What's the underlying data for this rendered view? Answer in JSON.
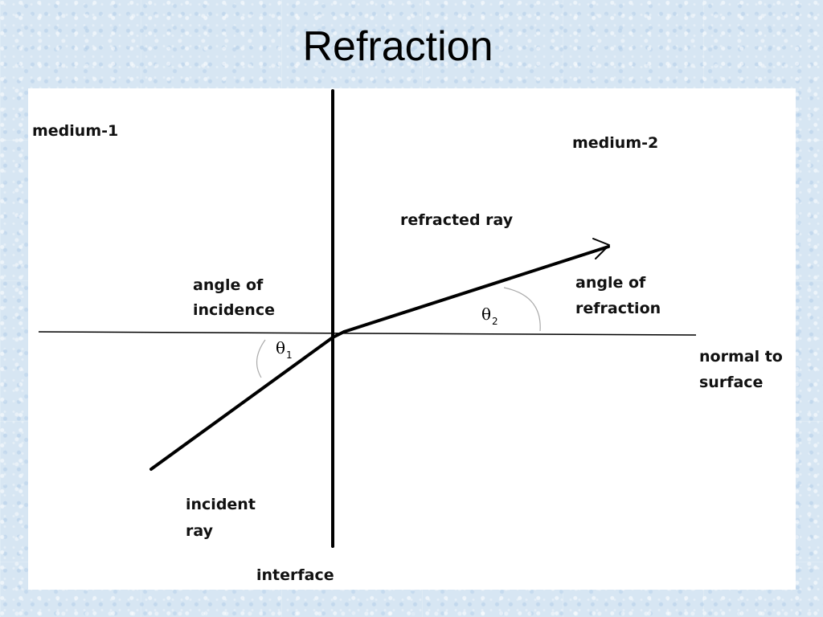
{
  "title": "Refraction",
  "labels": {
    "medium1": "medium-1",
    "medium2": "medium-2",
    "refracted_ray": "refracted ray",
    "angle_of_incidence_line1": "angle of",
    "angle_of_incidence_line2": "incidence",
    "angle_of_refraction_line1": "angle of",
    "angle_of_refraction_line2": "refraction",
    "normal_line1": "normal to",
    "normal_line2": "surface",
    "incident_ray_line1": "incident",
    "incident_ray_line2": "ray",
    "interface": "interface",
    "theta1_symbol": "θ",
    "theta1_subscript": "1",
    "theta2_symbol": "θ",
    "theta2_subscript": "2"
  }
}
